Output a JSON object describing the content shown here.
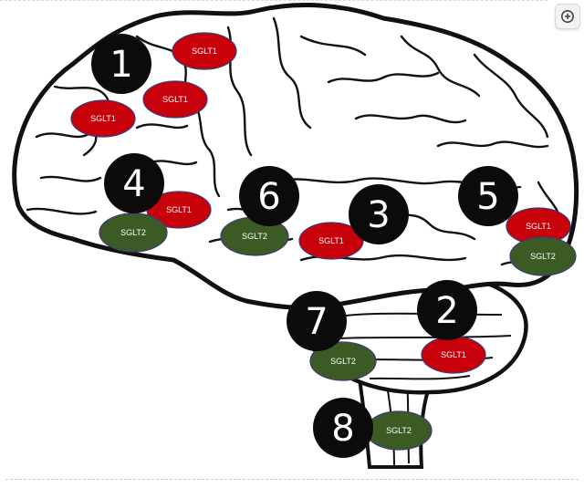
{
  "badges": [
    {
      "number": "1"
    },
    {
      "number": "2"
    },
    {
      "number": "3"
    },
    {
      "number": "4"
    },
    {
      "number": "5"
    },
    {
      "number": "6"
    },
    {
      "number": "7"
    },
    {
      "number": "8"
    }
  ],
  "transporters": [
    {
      "label": "SGLT1",
      "type": "sglt1"
    },
    {
      "label": "SGLT1",
      "type": "sglt1"
    },
    {
      "label": "SGLT1",
      "type": "sglt1"
    },
    {
      "label": "SGLT1",
      "type": "sglt1"
    },
    {
      "label": "SGLT2",
      "type": "sglt2"
    },
    {
      "label": "SGLT2",
      "type": "sglt2"
    },
    {
      "label": "SGLT1",
      "type": "sglt1"
    },
    {
      "label": "SGLT1",
      "type": "sglt1"
    },
    {
      "label": "SGLT2",
      "type": "sglt2"
    },
    {
      "label": "SGLT2",
      "type": "sglt2"
    },
    {
      "label": "SGLT1",
      "type": "sglt1"
    },
    {
      "label": "SGLT2",
      "type": "sglt2"
    }
  ],
  "colors": {
    "sglt1": "#c8000a",
    "sglt2": "#3c5a23",
    "badge": "#0b0b0b",
    "outline": "#111111"
  },
  "zoom_icon": "zoom-in-icon"
}
